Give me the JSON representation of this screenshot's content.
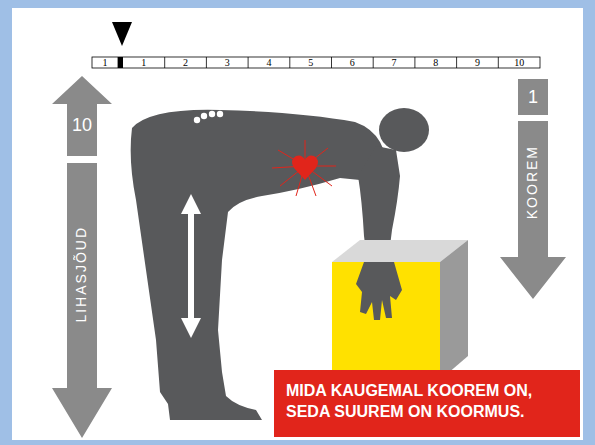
{
  "diagram": {
    "nodes": [
      {
        "text": [
          "10",
          "LIHASJÕUD"
        ]
      },
      {
        "text": [
          "1",
          "KOOREM"
        ]
      },
      {
        "text": [
          "MIDA KAUGEMAL KOOREM ON, SEDA SUUREM ON KOORMUS."
        ]
      }
    ],
    "labels": [
      "1",
      "1",
      "2",
      "3",
      "4",
      "5",
      "6",
      "7",
      "8",
      "9",
      "10"
    ]
  }
}
